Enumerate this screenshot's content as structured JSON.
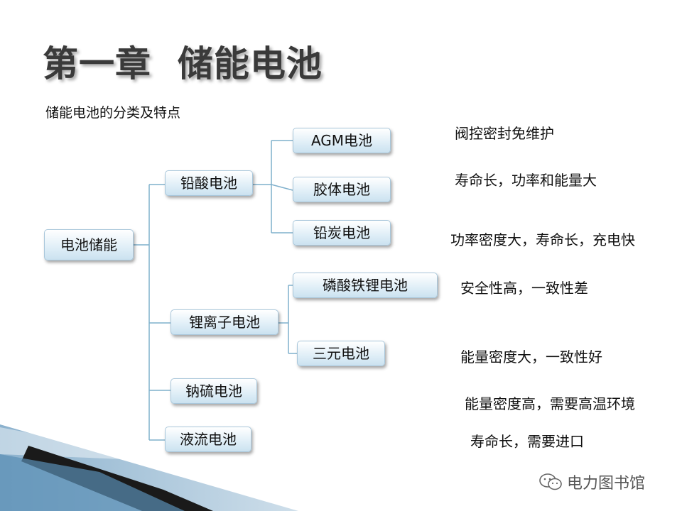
{
  "title": "第一章  储能电池",
  "subtitle": "储能电池的分类及特点",
  "nodes": {
    "root": "电池储能",
    "lead_acid": "铅酸电池",
    "agm": "AGM电池",
    "gel": "胶体电池",
    "lead_carbon": "铅炭电池",
    "lithium_ion": "锂离子电池",
    "lfp": "磷酸铁锂电池",
    "ternary": "三元电池",
    "nas": "钠硫电池",
    "flow": "液流电池"
  },
  "features": {
    "agm": "阀控密封免维护",
    "gel": "寿命长，功率和能量大",
    "lead_carbon": "功率密度大，寿命长，充电快",
    "lfp": "安全性高，一致性差",
    "ternary": "能量密度大，一致性好",
    "nas": "能量密度高，需要高温环境",
    "flow": "寿命长，需要进口"
  },
  "watermark": "电力图书馆",
  "colors": {
    "connector": "#7fb0cc",
    "node_border": "#a9c7db",
    "band_dark": "#1a1a1a",
    "band_blue": "#5a8fb5"
  }
}
